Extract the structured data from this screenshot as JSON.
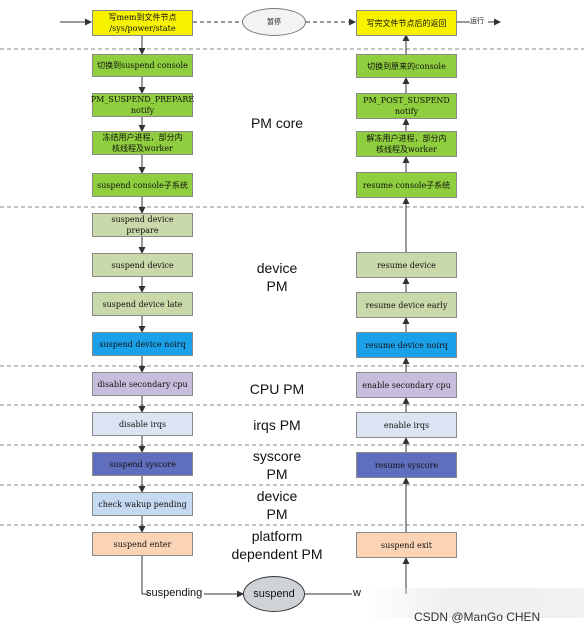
{
  "colors": {
    "yellow": "#f7f200",
    "green": "#8fce3e",
    "sage": "#c9d9a9",
    "blue": "#1aa1ea",
    "lavender": "#c6bedc",
    "lightblue": "#dce3f2",
    "indigo": "#5f6fbd",
    "powder": "#c5d9f1",
    "peach": "#fbd3b5"
  },
  "top_flow": {
    "start_box": "写mem到文件节点\n/sys/power/state",
    "pause_ellipse": "暂停",
    "end_box": "写完文件节点后的返回",
    "run_label": "运行"
  },
  "suspend_path": [
    "切换到suspend console",
    "PM_SUSPEND_PREPARE\nnotify",
    "冻结用户进程，部分内\n核线程及worker",
    "suspend console子系统",
    "suspend device prepare",
    "suspend device",
    "suspend device late",
    "suspend device noirq",
    "disable secondary cpu",
    "disable irqs",
    "suspend syscore",
    "check wakup pending",
    "suspend enter"
  ],
  "resume_path": [
    "切换到原来的console",
    "PM_POST_SUSPEND\nnotify",
    "解冻用户进程，部分内\n核线程及worker",
    "resume console子系统",
    "resume device",
    "resume  device early",
    "resume device noirq",
    "enable secondary cpu",
    "enable irqs",
    "resume syscore",
    "suspend exit"
  ],
  "layers": {
    "pm_core": "PM core",
    "device_pm": "device\nPM",
    "cpu_pm": "CPU PM",
    "irqs_pm": "irqs PM",
    "syscore_pm": "syscore\nPM",
    "device_pm2": "device\nPM",
    "platform_pm": "platform\ndependent PM"
  },
  "bottom": {
    "suspending_label": "suspending",
    "suspend_ellipse": "suspend",
    "wakeup_label": "w"
  },
  "watermark": "CSDN @ManGo CHEN"
}
